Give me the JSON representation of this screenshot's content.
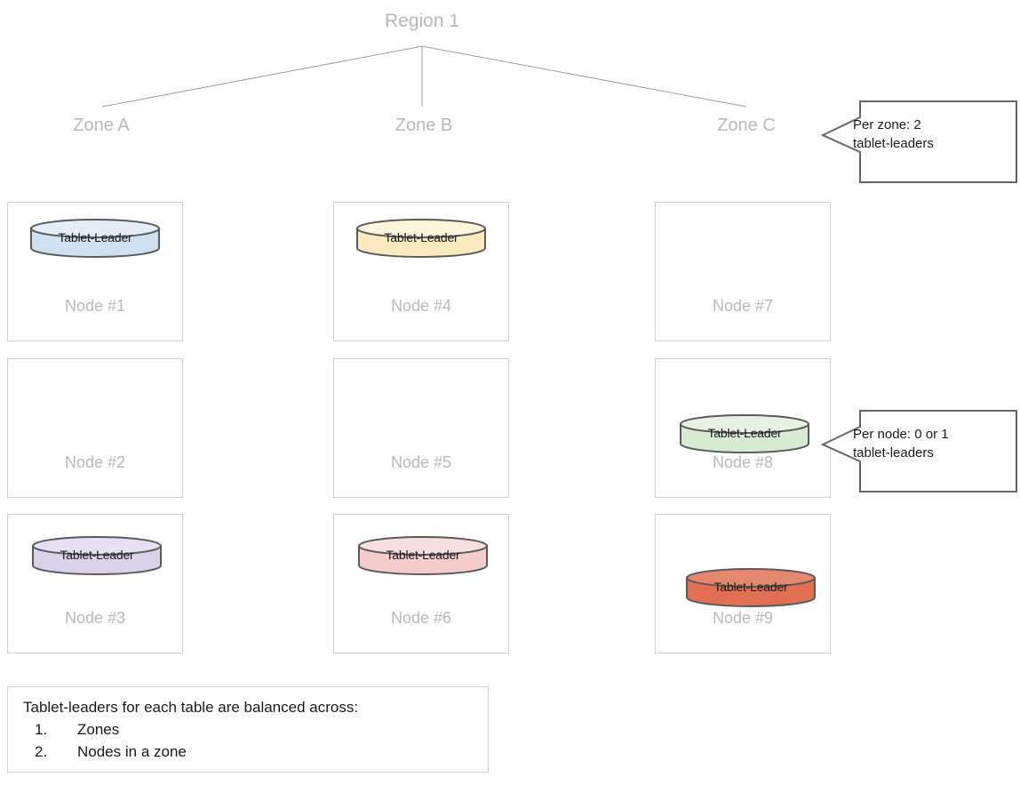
{
  "diagram": {
    "region_label": "Region 1",
    "zones": [
      {
        "id": "a",
        "label": "Zone A"
      },
      {
        "id": "b",
        "label": "Zone B"
      },
      {
        "id": "c",
        "label": "Zone C"
      }
    ],
    "nodes": [
      {
        "id": 1,
        "label": "Node #1",
        "zone": "Zone A",
        "has_leader": true,
        "leader_label": "Tablet-Leader",
        "fill": "#cfe0f0",
        "stroke": "#5a5a5a"
      },
      {
        "id": 2,
        "label": "Node #2",
        "zone": "Zone A",
        "has_leader": false,
        "leader_label": "",
        "fill": "",
        "stroke": ""
      },
      {
        "id": 3,
        "label": "Node #3",
        "zone": "Zone A",
        "has_leader": true,
        "leader_label": "Tablet-Leader",
        "fill": "#d9d2e9",
        "stroke": "#5a5a5a"
      },
      {
        "id": 4,
        "label": "Node #4",
        "zone": "Zone B",
        "has_leader": true,
        "leader_label": "Tablet-Leader",
        "fill": "#fbeac0",
        "stroke": "#5a5a5a"
      },
      {
        "id": 5,
        "label": "Node #5",
        "zone": "Zone B",
        "has_leader": false,
        "leader_label": "",
        "fill": "",
        "stroke": ""
      },
      {
        "id": 6,
        "label": "Node #6",
        "zone": "Zone B",
        "has_leader": true,
        "leader_label": "Tablet-Leader",
        "fill": "#f4cccc",
        "stroke": "#5a5a5a"
      },
      {
        "id": 7,
        "label": "Node #7",
        "zone": "Zone C",
        "has_leader": false,
        "leader_label": "",
        "fill": "",
        "stroke": ""
      },
      {
        "id": 8,
        "label": "Node #8",
        "zone": "Zone C",
        "has_leader": true,
        "leader_label": "Tablet-Leader",
        "fill": "#d9ead3",
        "stroke": "#5a5a5a"
      },
      {
        "id": 9,
        "label": "Node #9",
        "zone": "Zone C",
        "has_leader": true,
        "leader_label": "Tablet-Leader",
        "fill": "#e06f54",
        "stroke": "#5a5a5a"
      }
    ],
    "callouts": [
      {
        "id": "per-zone",
        "text": "Per zone: 2\ntablet-leaders"
      },
      {
        "id": "per-node",
        "text": "Per node: 0 or 1\ntablet-leaders"
      }
    ],
    "legend": {
      "title": "Tablet-leaders for each table are balanced across:",
      "items": [
        {
          "num": "1.",
          "text": "Zones"
        },
        {
          "num": "2.",
          "text": "Nodes in a zone"
        }
      ]
    },
    "colors": {
      "box_border": "#cfcfcf",
      "muted_text": "#b8b8b8",
      "body_text": "#1a1a1a",
      "connector_line": "#9e9e9e",
      "callout_border": "#666666"
    }
  }
}
